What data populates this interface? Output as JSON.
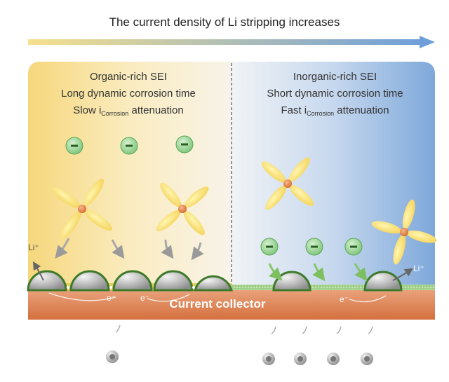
{
  "title": "The current density of Li stripping increases",
  "left_panel": {
    "line1": "Organic-rich SEI",
    "line2": "Long dynamic corrosion time",
    "line3_prefix": "Slow i",
    "line3_sub": "Corrosion",
    "line3_suffix": " attenuation"
  },
  "right_panel": {
    "line1": "Inorganic-rich SEI",
    "line2": "Short dynamic corrosion time",
    "line3_prefix": "Fast i",
    "line3_sub": "Corrosion",
    "line3_suffix": " attenuation"
  },
  "collector_label": "Current collector",
  "li_ion_label": "Li⁺",
  "electron_label": "e⁻",
  "anion_symbol": "−",
  "colors": {
    "organic": "#f6dc8a",
    "inorganic": "#7aa6d8",
    "collector": "#e0865a",
    "anion": "#7cc47a",
    "lithium": "#9a9a9a"
  }
}
